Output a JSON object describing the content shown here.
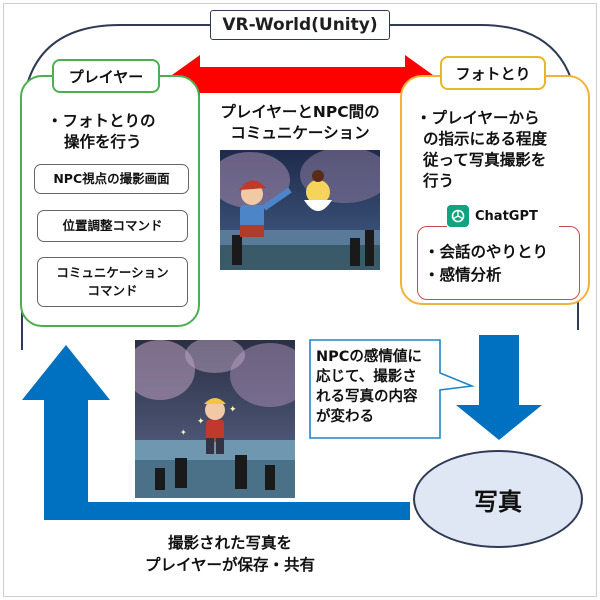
{
  "title": "VR-World(Unity)",
  "player": {
    "label": "プレイヤー",
    "desc_line1": "・フォトとりの",
    "desc_line2": "操作を行う",
    "commands": [
      "NPC視点の撮影画面",
      "位置調整コマンド"
    ],
    "comm_command_line1": "コミュニケーション",
    "comm_command_line2": "コマンド"
  },
  "photographer": {
    "label": "フォトとり",
    "desc_line1": "・プレイヤーから",
    "desc_line2": "の指示にある程度",
    "desc_line3": "従って写真撮影を",
    "desc_line4": "行う",
    "chatgpt_label": "ChatGPT",
    "chatgpt_items": [
      "・会話のやりとり",
      "・感情分析"
    ]
  },
  "communication": {
    "line1": "プレイヤーとNPC間の",
    "line2": "コミュニケーション"
  },
  "callout": {
    "line1": "NPCの感情値に",
    "line2": "応じて、撮影さ",
    "line3": "れる写真の内容",
    "line4": "が変わる"
  },
  "photo_label": "写真",
  "bottom": {
    "line1": "撮影された写真を",
    "line2": "プレイヤーが保存・共有"
  },
  "colors": {
    "player_border": "#4caf50",
    "photographer_border": "#f2b23a",
    "chatgpt_border": "#c0504d",
    "arrow_red": "#ff0000",
    "arrow_blue": "#0070c0",
    "title_border": "#2f3a56",
    "photo_fill": "#dfe7f4"
  },
  "icons": [
    "chatgpt-logo-icon"
  ]
}
